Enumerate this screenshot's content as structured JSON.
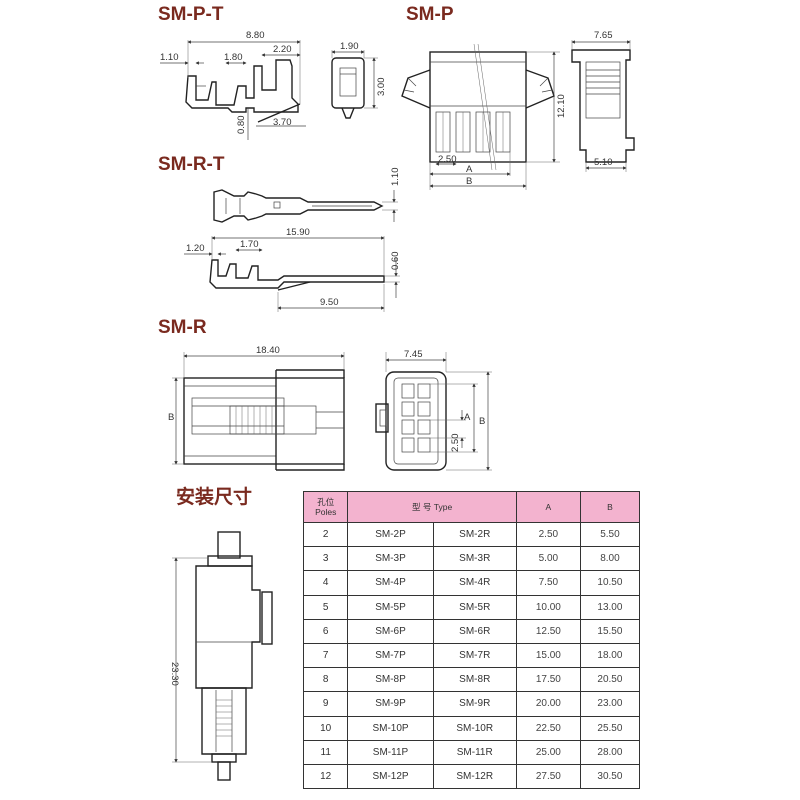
{
  "titles": {
    "sm_p_t": "SM-P-T",
    "sm_p": "SM-P",
    "sm_r_t": "SM-R-T",
    "sm_r": "SM-R",
    "install": "安装尺寸"
  },
  "dimensions": {
    "sm_p_t": {
      "overall": "8.80",
      "left": "1.10",
      "mid": "1.80",
      "right": "2.20",
      "width": "1.90",
      "height": "3.00",
      "thick": "0.80",
      "base": "3.70"
    },
    "sm_p": {
      "width": "7.65",
      "height": "12.10",
      "pitch": "2.50",
      "a": "A",
      "b": "B",
      "side": "5.10"
    },
    "sm_r_t": {
      "pin": "1.10",
      "overall": "15.90",
      "left": "1.20",
      "mid": "1.70",
      "thick": "0.60",
      "base": "9.50"
    },
    "sm_r": {
      "length": "18.40",
      "width": "7.45",
      "b": "B",
      "a": "A",
      "pitch": "2.50"
    },
    "install": {
      "height": "23.30"
    }
  },
  "table": {
    "header": {
      "poles_cn": "孔位",
      "poles_en": "Poles",
      "type_cn": "型 号",
      "type_en": "Type",
      "a": "A",
      "b": "B"
    },
    "rows": [
      {
        "poles": "2",
        "p": "SM-2P",
        "r": "SM-2R",
        "a": "2.50",
        "b": "5.50"
      },
      {
        "poles": "3",
        "p": "SM-3P",
        "r": "SM-3R",
        "a": "5.00",
        "b": "8.00"
      },
      {
        "poles": "4",
        "p": "SM-4P",
        "r": "SM-4R",
        "a": "7.50",
        "b": "10.50"
      },
      {
        "poles": "5",
        "p": "SM-5P",
        "r": "SM-5R",
        "a": "10.00",
        "b": "13.00"
      },
      {
        "poles": "6",
        "p": "SM-6P",
        "r": "SM-6R",
        "a": "12.50",
        "b": "15.50"
      },
      {
        "poles": "7",
        "p": "SM-7P",
        "r": "SM-7R",
        "a": "15.00",
        "b": "18.00"
      },
      {
        "poles": "8",
        "p": "SM-8P",
        "r": "SM-8R",
        "a": "17.50",
        "b": "20.50"
      },
      {
        "poles": "9",
        "p": "SM-9P",
        "r": "SM-9R",
        "a": "20.00",
        "b": "23.00"
      },
      {
        "poles": "10",
        "p": "SM-10P",
        "r": "SM-10R",
        "a": "22.50",
        "b": "25.50"
      },
      {
        "poles": "11",
        "p": "SM-11P",
        "r": "SM-11R",
        "a": "25.00",
        "b": "28.00"
      },
      {
        "poles": "12",
        "p": "SM-12P",
        "r": "SM-12R",
        "a": "27.50",
        "b": "30.50"
      }
    ]
  },
  "colors": {
    "title": "#7a2a1f",
    "table_header": "#f3b3cf",
    "line": "#222222"
  }
}
